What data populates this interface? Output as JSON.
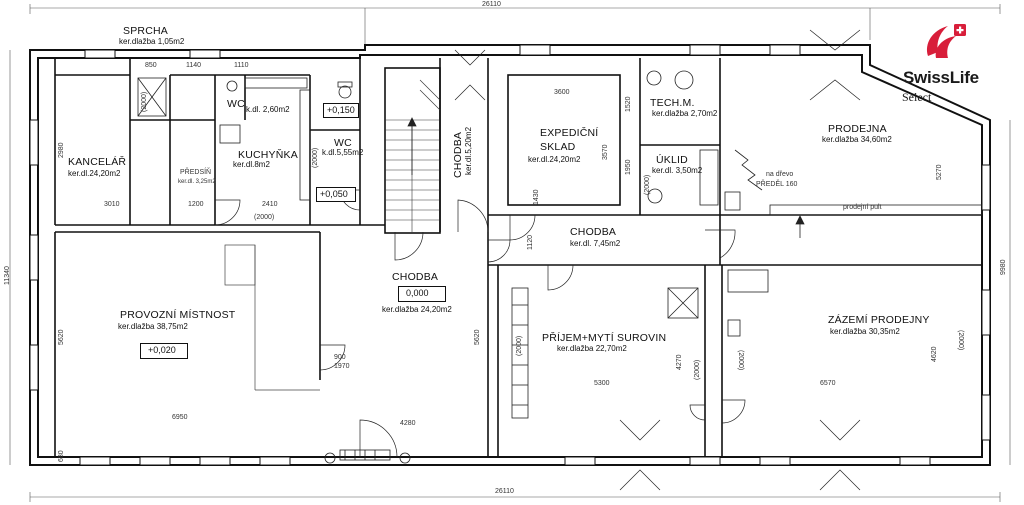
{
  "logo": {
    "brand": "SwissLife",
    "tagline": "Select",
    "brand_color": "#d81e3a"
  },
  "dimensions": {
    "top": "26110",
    "bottom": "26110",
    "left": "11340",
    "right": "9980"
  },
  "rooms": {
    "sprcha": {
      "name": "SPRCHA",
      "area": "ker.dlažba 1,05m2"
    },
    "wc_small": {
      "name": "WC",
      "area": "k.dl. 2,60m2"
    },
    "kancelar": {
      "name": "KANCELÁŘ",
      "area": "ker.dl.24,20m2"
    },
    "predsin": {
      "name": "PŘEDSÍŇ",
      "area": "ker.dl. 3,25m2"
    },
    "kuchynka": {
      "name": "KUCHYŇKA",
      "area": "ker.dl.8m2"
    },
    "wc": {
      "name": "WC",
      "area": "k.dl.5,55m2"
    },
    "chodba_vertical": {
      "name": "CHODBA",
      "area": "ker.dl.5,20m2"
    },
    "expedicni": {
      "name1": "EXPEDIČNÍ",
      "name2": "SKLAD",
      "area": "ker.dl.24,20m2"
    },
    "tech": {
      "name": "TECH.M.",
      "area": "ker.dlažba 2,70m2"
    },
    "uklid": {
      "name": "ÚKLID",
      "area": "ker.dl. 3,50m2"
    },
    "prodejna": {
      "name": "PRODEJNA",
      "area": "ker.dlažba 34,60m2"
    },
    "chodba_middle": {
      "name": "CHODBA",
      "area": "ker.dl. 7,45m2"
    },
    "provozni": {
      "name": "PROVOZNÍ MÍSTNOST",
      "area": "ker.dlažba 38,75m2"
    },
    "chodba_main": {
      "name": "CHODBA",
      "area": "ker.dlažba 24,20m2"
    },
    "prijem": {
      "name": "PŘÍJEM+MYTÍ SUROVIN",
      "area": "ker.dlažba 22,70m2"
    },
    "zazemi": {
      "name": "ZÁZEMÍ PRODEJNY",
      "area": "ker.dlažba 30,35m2"
    }
  },
  "levels": {
    "wc_150": "+0,150",
    "wc_050": "+0,050",
    "chodba_000": "0,000",
    "provozni_020": "+0,020"
  },
  "annotations": {
    "pult": "prodejní pult",
    "podlaha": "na dřevo",
    "predel": "PŘEDĚL 160"
  },
  "inner_dims": {
    "d850": "850",
    "d1140": "1140",
    "d1110": "1110",
    "d3600": "3600",
    "d1520": "1520",
    "d2980": "2980",
    "d3010": "3010",
    "d1200": "1200",
    "d2410": "2410",
    "d2000a": "(2000)",
    "d2000b": "(2000)",
    "d2000c": "(2000)",
    "d2000d": "(2000)",
    "d2000e": "(2000)",
    "d2000f": "(2000)",
    "d2000g": "(2000)",
    "d2000h": "(2000)",
    "d900": "900",
    "d1970": "1970",
    "d6950": "6950",
    "d4280": "4280",
    "d5620a": "5620",
    "d5620b": "5620",
    "d5300": "5300",
    "d6570": "6570",
    "d4270": "4270",
    "d4620": "4620",
    "d3570": "3570",
    "d5270": "5270",
    "d1950": "1950",
    "d680": "680",
    "d1120": "1120",
    "d1430": "1430"
  }
}
